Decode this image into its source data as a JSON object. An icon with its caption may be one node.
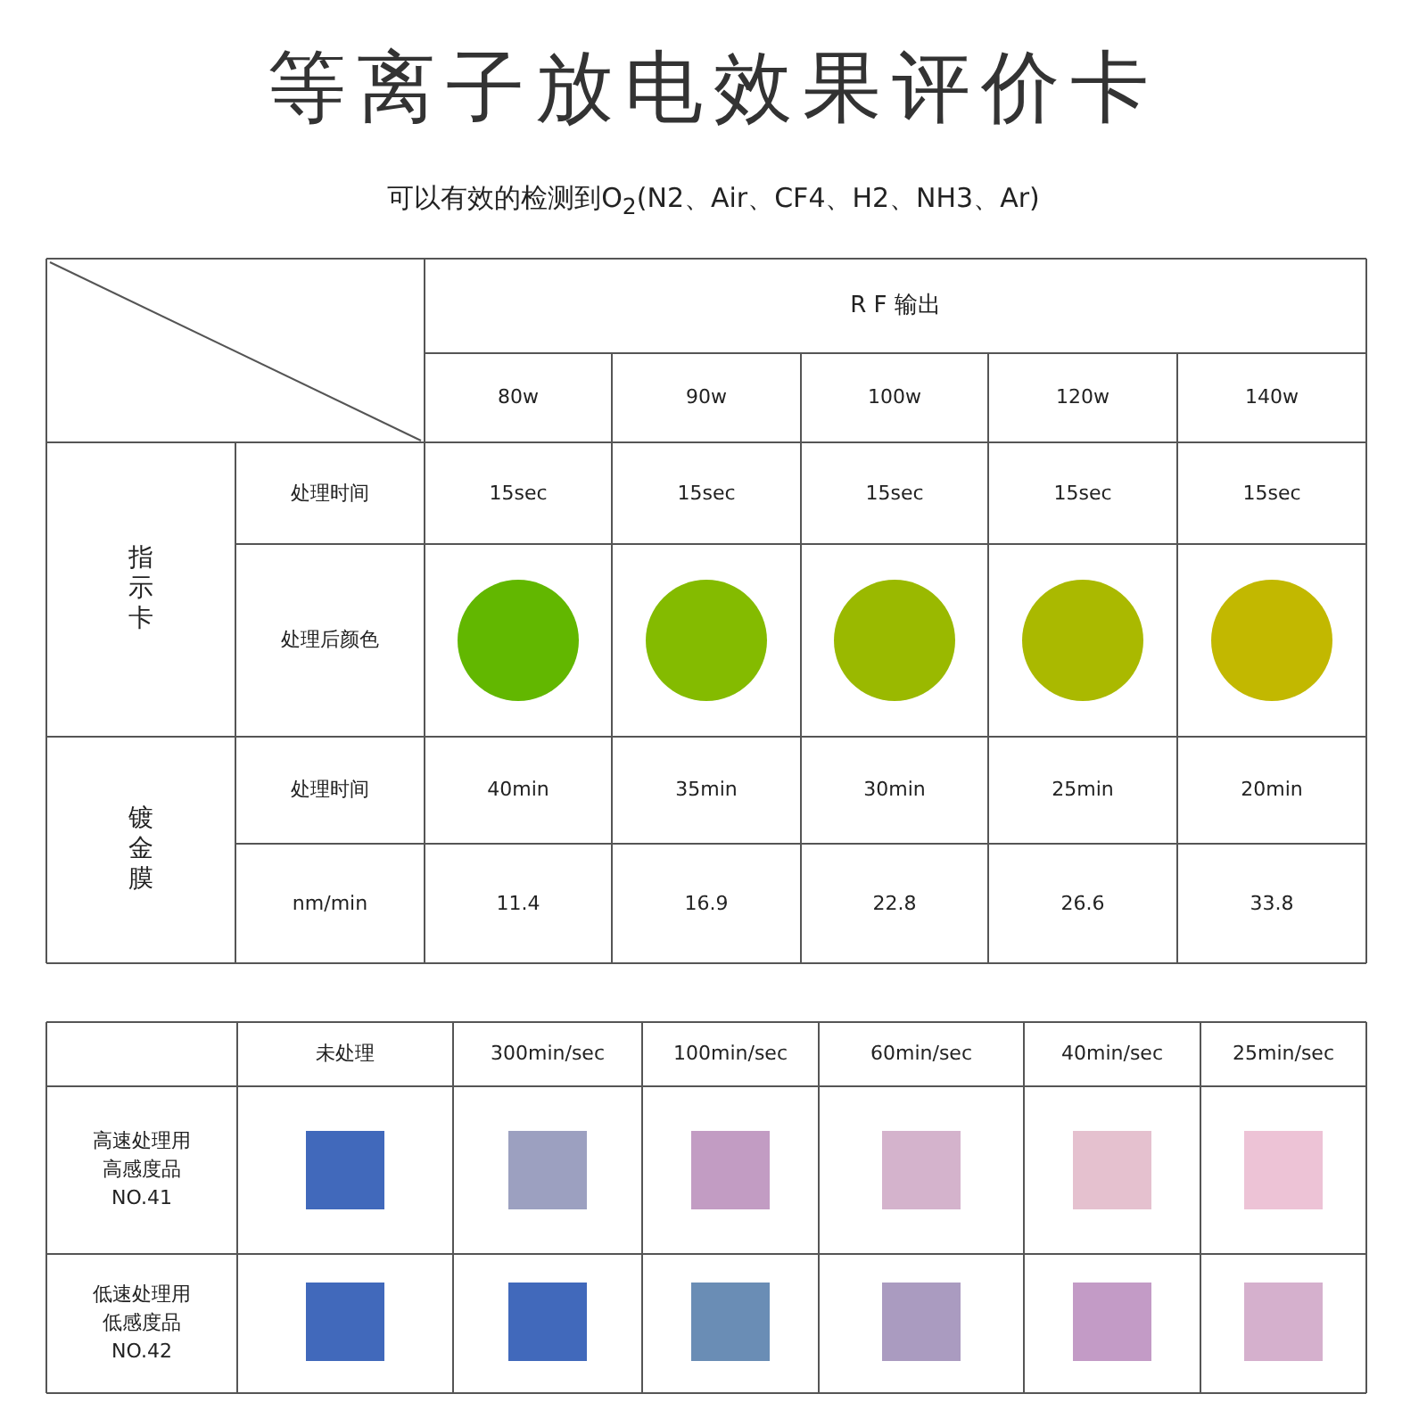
{
  "diagram": {
    "title": "等离子放电效果评价卡",
    "labels": [
      "可以有效的检测到O$_{2}$(N2、Air、CF4、H2、NH3、Ar)",
      "R F 输出",
      "80w",
      "90w",
      "100w",
      "120w",
      "140w",
      "指示卡",
      "处理时间",
      "15sec",
      "15sec",
      "15sec",
      "15sec",
      "15sec",
      "处理后颜色",
      "镀金膜",
      "处理时间",
      "40min",
      "35min",
      "30min",
      "25min",
      "20min",
      "nm/min",
      "11.4",
      "16.9",
      "22.8",
      "26.6",
      "33.8",
      "未处理",
      "300min/sec",
      "100min/sec",
      "60min/sec",
      "40min/sec",
      "25min/sec",
      "高速处理用",
      "高感度品",
      "NO.41",
      "低速处理用",
      "低感度品",
      "NO.42"
    ]
  }
}
